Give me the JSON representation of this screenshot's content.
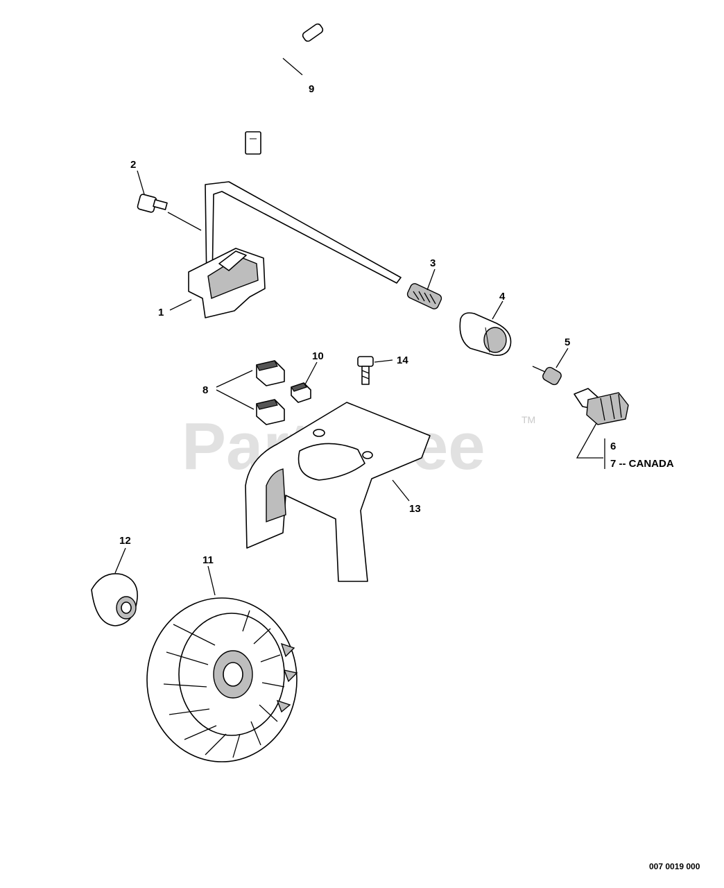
{
  "diagram": {
    "callouts": {
      "c1": "1",
      "c2": "2",
      "c3": "3",
      "c4": "4",
      "c5": "5",
      "c6": "6",
      "c7": "7 -- CANADA",
      "c8": "8",
      "c9": "9",
      "c10": "10",
      "c11": "11",
      "c12": "12",
      "c13": "13",
      "c14": "14"
    },
    "watermark": "PartsTree",
    "trademark": "TM",
    "drawing_code": "007 0019 000"
  }
}
